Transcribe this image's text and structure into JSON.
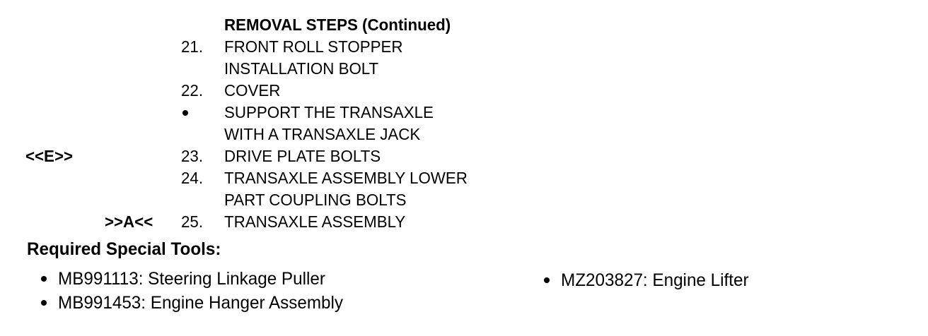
{
  "heading": "REMOVAL STEPS (Continued)",
  "steps": [
    {
      "num": "21.",
      "lines": [
        "FRONT ROLL STOPPER",
        "INSTALLATION BOLT"
      ]
    },
    {
      "num": "22.",
      "lines": [
        "COVER"
      ]
    },
    {
      "num": "bullet",
      "lines": [
        "SUPPORT THE TRANSAXLE",
        "WITH A TRANSAXLE JACK"
      ]
    },
    {
      "num": "23.",
      "tag": "<<E>>",
      "lines": [
        "DRIVE PLATE BOLTS"
      ]
    },
    {
      "num": "24.",
      "lines": [
        "TRANSAXLE ASSEMBLY LOWER",
        "PART COUPLING BOLTS"
      ]
    },
    {
      "num": "25.",
      "tag": ">>A<<",
      "lines": [
        "TRANSAXLE ASSEMBLY"
      ]
    }
  ],
  "tools": {
    "heading": "Required Special Tools:",
    "items": [
      "MB991113: Steering Linkage Puller",
      "MB991453: Engine Hanger Assembly",
      "MZ203827: Engine Lifter"
    ]
  }
}
